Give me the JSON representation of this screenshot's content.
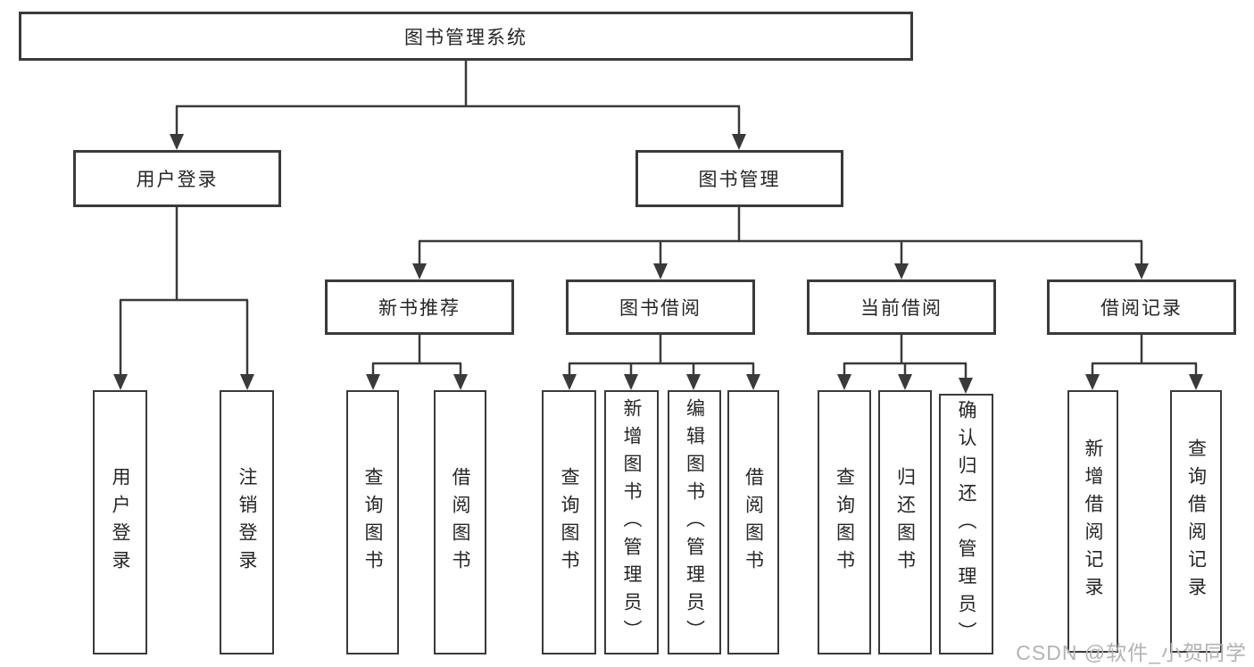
{
  "diagram": {
    "root_label": "图书管理系统",
    "branches": {
      "user_login": {
        "label": "用户登录",
        "children": [
          "用户登录",
          "注销登录"
        ]
      },
      "book_management": {
        "label": "图书管理",
        "sections": {
          "new_books": {
            "label": "新书推荐",
            "children": [
              "查询图书",
              "借阅图书"
            ]
          },
          "borrowing": {
            "label": "图书借阅",
            "children": [
              "查询图书",
              "新增图书（管理员）",
              "编辑图书（管理员）",
              "借阅图书"
            ]
          },
          "current": {
            "label": "当前借阅",
            "children": [
              "查询图书",
              "归还图书",
              "确认归还（管理员）"
            ]
          },
          "records": {
            "label": "借阅记录",
            "children": [
              "新增借阅记录",
              "查询借阅记录"
            ]
          }
        }
      }
    }
  },
  "watermark": "CSDN @软件_小贺同学",
  "colors": {
    "line": "#3a3a3a",
    "text": "#262626",
    "watermark": "#b3b3b3",
    "background": "#ffffff"
  }
}
